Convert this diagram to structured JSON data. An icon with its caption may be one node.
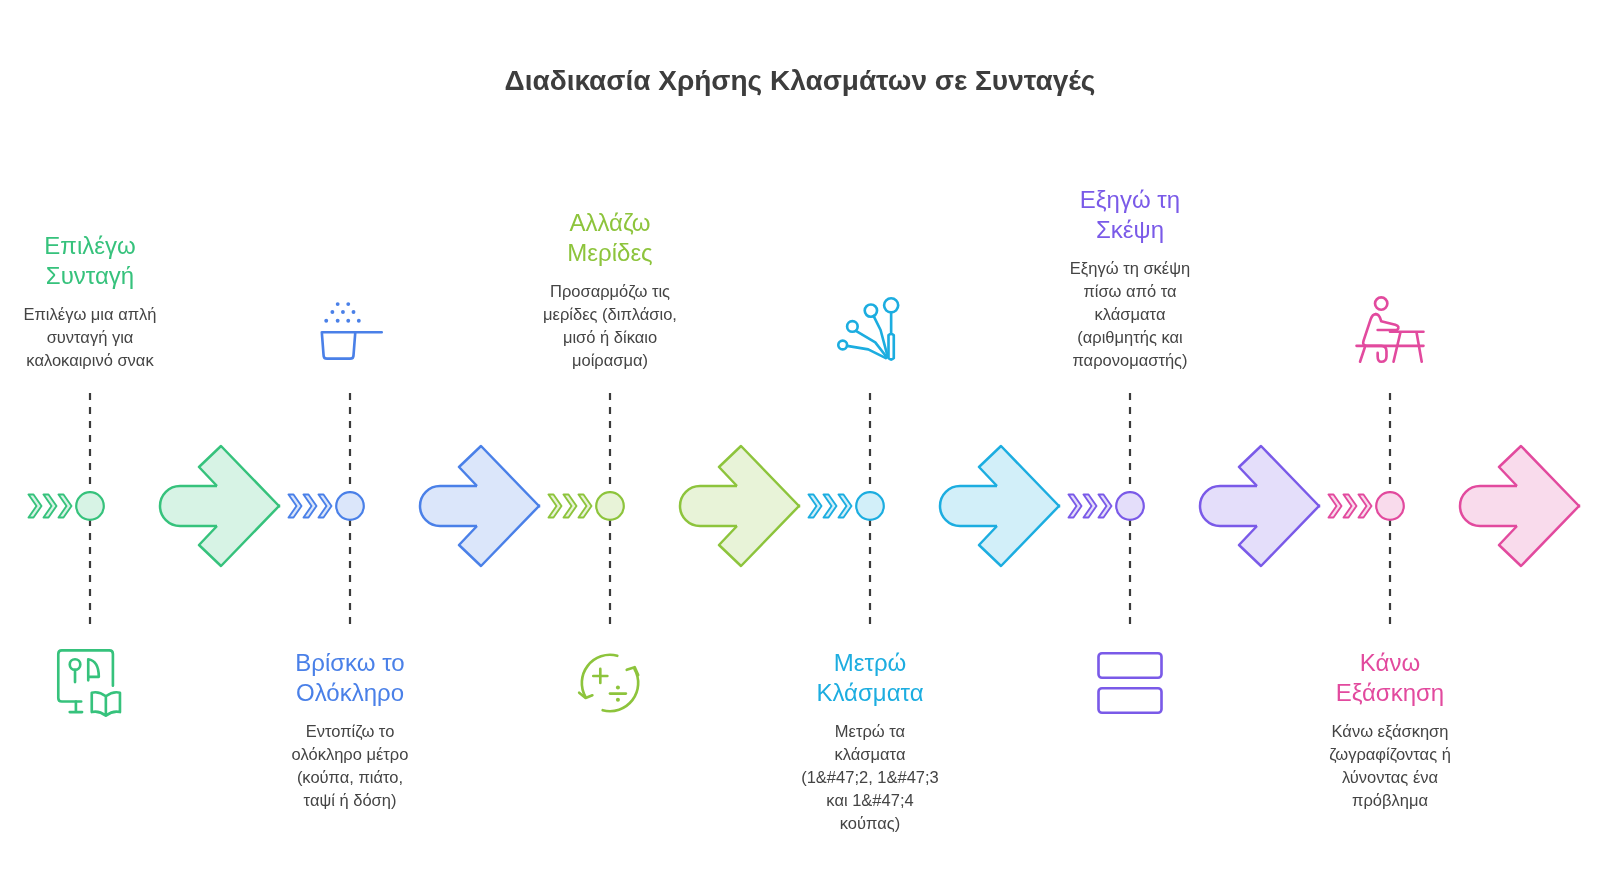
{
  "diagram": {
    "title": "Διαδικασία Χρήσης Κλασμάτων σε Συνταγές",
    "nodes": [
      {
        "text": [
          "Επιλέγω Συνταγή",
          "Επιλέγω μια απλή συνταγή για καλοκαιρινό σνακ"
        ]
      },
      {
        "text": [
          "Βρίσκω το Ολόκληρο",
          "Εντοπίζω το ολόκληρο μέτρο (κούπα, πιάτο, ταψί ή δόση)"
        ]
      },
      {
        "text": [
          "Αλλάζω Μερίδες",
          "Προσαρμόζω τις μερίδες (διπλάσιο, μισό ή δίκαιο μοίρασμα)"
        ]
      },
      {
        "text": [
          "Μετρώ Κλάσματα",
          "Μετρώ τα κλάσματα (1&#47;2, 1&#47;3 και 1&#47;4 κούπας)"
        ]
      },
      {
        "text": [
          "Εξηγώ τη Σκέψη",
          "Εξηγώ τη σκέψη πίσω από τα κλάσματα (αριθμητής και παρονομαστής)"
        ]
      },
      {
        "text": [
          "Κάνω Εξάσκηση",
          "Κάνω εξάσκηση ζωγραφίζοντας ή λύνοντας ένα πρόβλημα"
        ]
      }
    ],
    "edges": [
      {
        "from": 0,
        "to": 1,
        "arrow": "to",
        "color": "#36c27c"
      },
      {
        "from": 1,
        "to": 2,
        "arrow": "to",
        "color": "#4a80e8"
      },
      {
        "from": 2,
        "to": 3,
        "arrow": "to",
        "color": "#8dc43c"
      },
      {
        "from": 3,
        "to": 4,
        "arrow": "to",
        "color": "#1cade0"
      },
      {
        "from": 4,
        "to": 5,
        "arrow": "to",
        "color": "#7a5ae8"
      },
      {
        "from": 5,
        "to": null,
        "arrow": "to",
        "color": "#e24a9e"
      }
    ]
  }
}
